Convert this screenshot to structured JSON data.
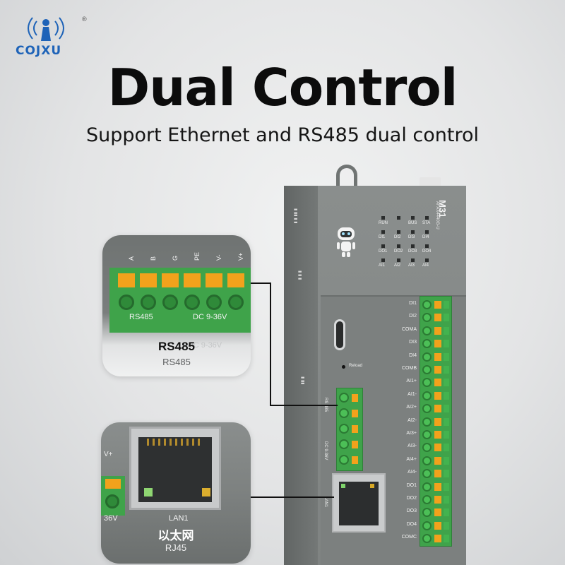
{
  "brand": {
    "name": "COJXU",
    "registered": "®"
  },
  "headline": {
    "title": "Dual Control",
    "subtitle": "Support Ethernet and RS485 dual control"
  },
  "device": {
    "model": "M31",
    "model_sub": "AFAX4440G-U",
    "led_rows": [
      [
        "RUN",
        "",
        "BUS",
        "STA"
      ],
      [
        "DI1",
        "DI2",
        "DI3",
        "DI4"
      ],
      [
        "DO1",
        "DO2",
        "DO3",
        "DO4"
      ],
      [
        "AI1",
        "AI2",
        "AI3",
        "AI4"
      ]
    ],
    "reload_label": "Reload",
    "rs485_label": "RS 485",
    "dc_label": "DC 9-36V",
    "lan_label": "LAN1",
    "terminal_labels": [
      "DI1",
      "DI2",
      "COMA",
      "DI3",
      "DI4",
      "COMB",
      "AI1+",
      "AI1-",
      "AI2+",
      "AI2-",
      "AI3+",
      "AI3-",
      "AI4+",
      "AI4-",
      "DO1",
      "DO2",
      "DO3",
      "DO4",
      "COMC"
    ]
  },
  "callout_rs485": {
    "pin_labels": [
      "A",
      "B",
      "G",
      "PE",
      "V-",
      "V+"
    ],
    "port_label": "RS485",
    "power_label": "DC 9-36V",
    "title": "RS485",
    "subtitle": "RS485",
    "ghost": "DC 9-36V"
  },
  "callout_rj45": {
    "port_label": "LAN1",
    "side_label": "36V",
    "side_top": "V+",
    "title": "以太网",
    "subtitle": "RJ45"
  }
}
